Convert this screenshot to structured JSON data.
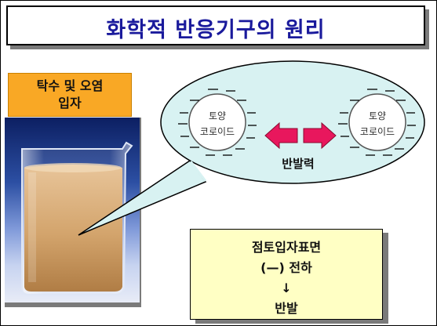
{
  "title": "화학적 반응기구의 원리",
  "label": {
    "line1": "탁수 및 오염",
    "line2": "입자"
  },
  "colloid_left": {
    "line1": "토양",
    "line2": "코로이드"
  },
  "colloid_right": {
    "line1": "토양",
    "line2": "코로이드"
  },
  "repulsion_label": "반발력",
  "info": {
    "line1": "점토입자표면",
    "line2": "(—) 전하",
    "line3": "↓",
    "line4": "반발"
  },
  "colors": {
    "title": "#1a1a9c",
    "label_bg": "#f9a825",
    "cloud": "#d8f2f2",
    "arrow": "#e8175d",
    "info_bg": "#ffffc4"
  }
}
